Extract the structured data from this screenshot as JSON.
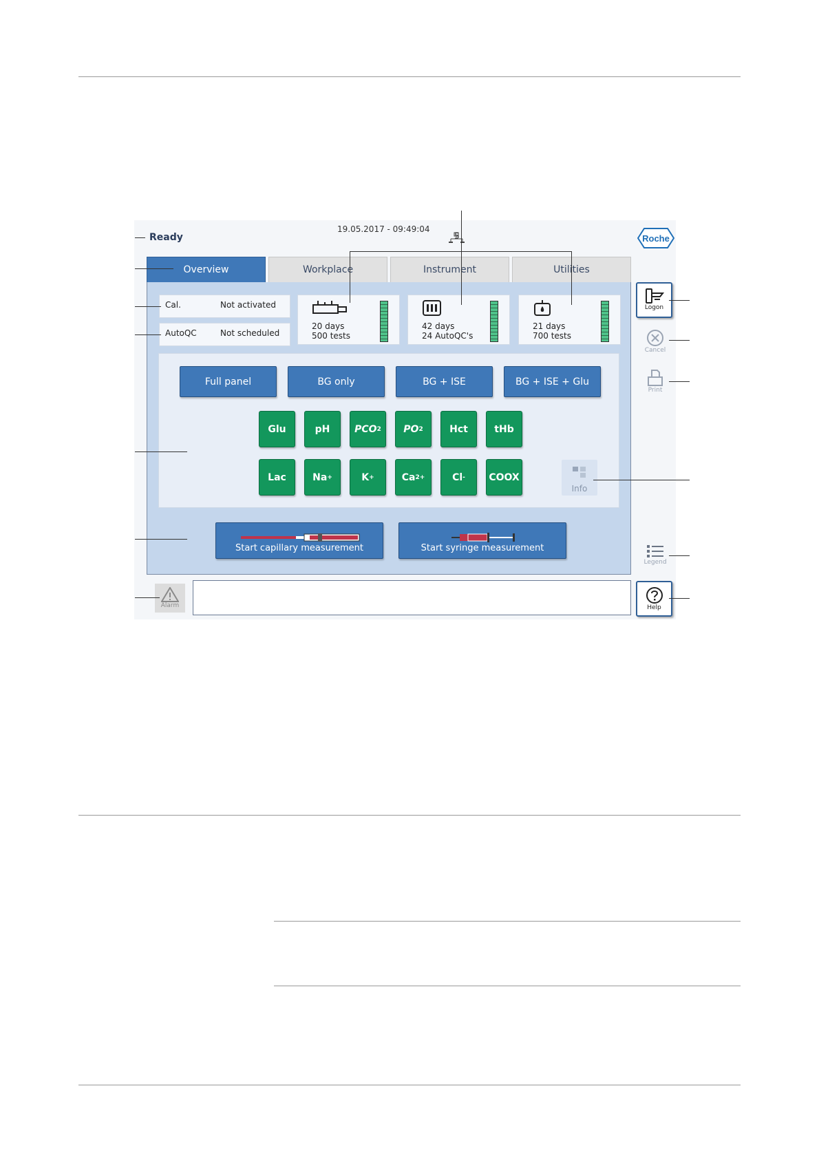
{
  "status": "Ready",
  "datetime": "19.05.2017 - 09:49:04",
  "callout_label": "5",
  "brand": "Roche",
  "tabs": [
    {
      "label": "Overview",
      "active": true
    },
    {
      "label": "Workplace",
      "active": false
    },
    {
      "label": "Instrument",
      "active": false
    },
    {
      "label": "Utilities",
      "active": false
    }
  ],
  "calibration": {
    "label": "Cal.",
    "value": "Not activated"
  },
  "autoqc": {
    "label": "AutoQC",
    "value": "Not scheduled"
  },
  "consumables": [
    {
      "icon": "sensor-cartridge-icon",
      "line1": "20 days",
      "line2": "500 tests"
    },
    {
      "icon": "qc-pack-icon",
      "line1": "42 days",
      "line2": "24 AutoQC's"
    },
    {
      "icon": "solution-pack-icon",
      "line1": "21 days",
      "line2": "700 tests"
    }
  ],
  "panels": [
    "Full panel",
    "BG only",
    "BG + ISE",
    "BG + ISE + Glu"
  ],
  "parameters_row1": [
    "Glu",
    "pH",
    "PCO2",
    "PO2",
    "Hct",
    "tHb"
  ],
  "parameters_row2": [
    "Lac",
    "Na+",
    "K+",
    "Ca2+",
    "Cl-",
    "COOX"
  ],
  "info_label": "Info",
  "measurement": {
    "capillary": "Start capillary measurement",
    "syringe": "Start syringe measurement"
  },
  "alarm_label": "Alarm",
  "sidebar": {
    "logon": "Logon",
    "cancel": "Cancel",
    "print": "Print",
    "legend": "Legend",
    "help": "Help"
  },
  "colors": {
    "tab_active": "#3f78b8",
    "panel_bg": "#c4d6ec",
    "parameter_green": "#13975c",
    "button_blue": "#3f78b8",
    "level_green": "#4fc38a"
  }
}
